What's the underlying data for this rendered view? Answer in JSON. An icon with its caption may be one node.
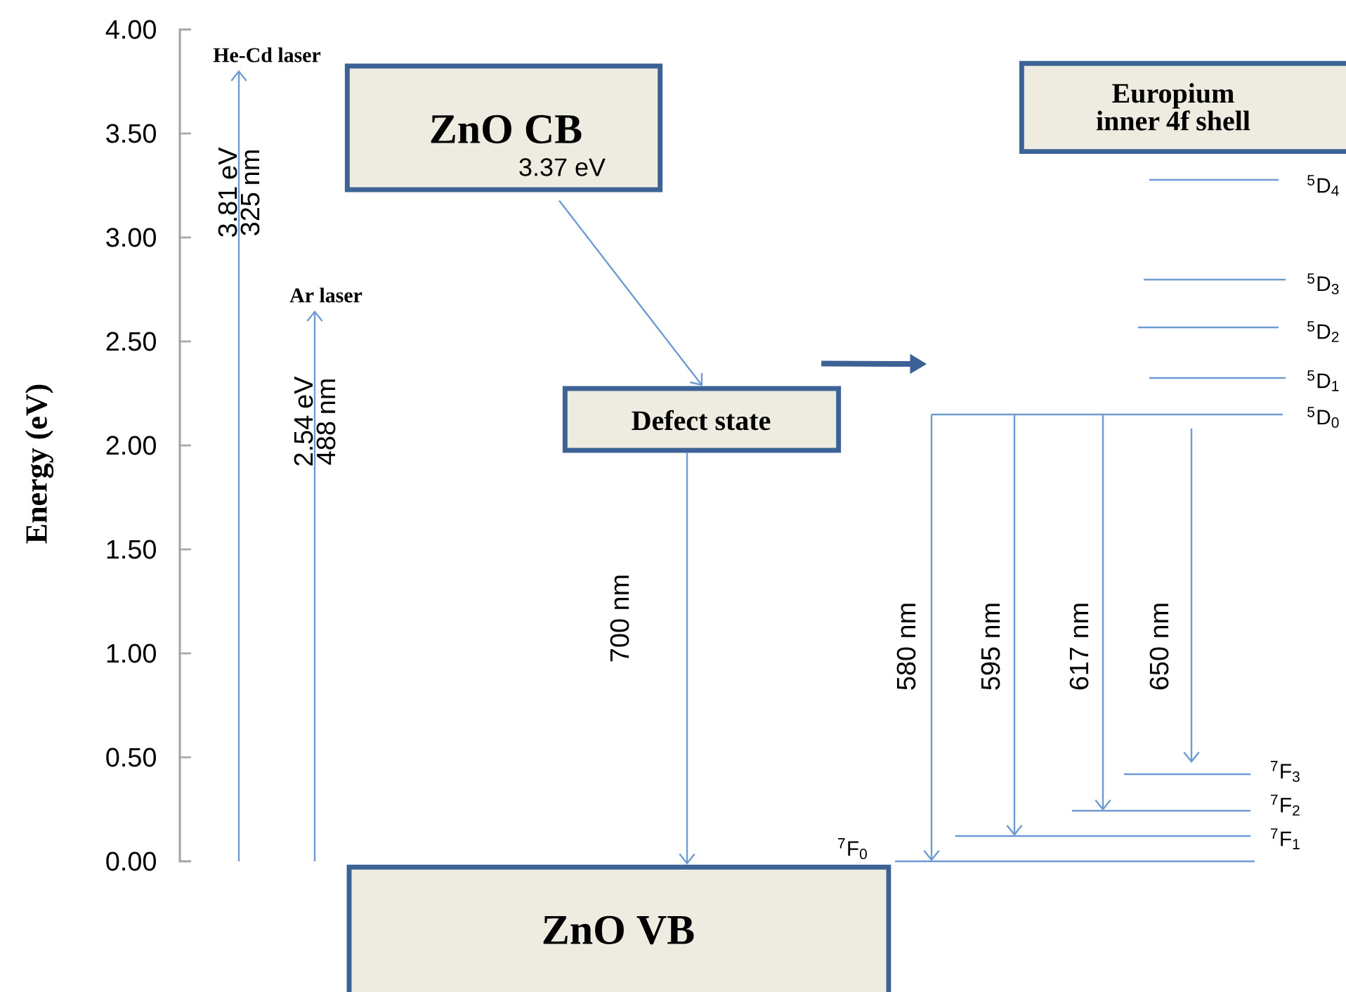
{
  "diagram": {
    "nodes": [
      {
        "text": [
          "He-Cd laser"
        ]
      },
      {
        "text": [
          "Ar laser"
        ]
      },
      {
        "text": [
          "ZnO CB",
          "3.37 eV"
        ]
      },
      {
        "text": [
          "Defect state"
        ]
      },
      {
        "text": [
          "ZnO VB"
        ]
      },
      {
        "text": [
          "Europium inner 4f shell"
        ]
      },
      {
        "text": [
          "$^{5}$D$_{4}$"
        ]
      },
      {
        "text": [
          "$^{5}$D$_{3}$"
        ]
      },
      {
        "text": [
          "$^{5}$D$_{2}$"
        ]
      },
      {
        "text": [
          "$^{5}$D$_{1}$"
        ]
      },
      {
        "text": [
          "$^{5}$D$_{0}$"
        ]
      },
      {
        "text": [
          "$^{7}$F$_{3}$"
        ]
      },
      {
        "text": [
          "$^{7}$F$_{2}$"
        ]
      },
      {
        "text": [
          "$^{7}$F$_{1}$"
        ]
      },
      {
        "text": [
          "$^{7}$F$_{0}$"
        ]
      }
    ],
    "edges": [
      {
        "from": null,
        "to": 0,
        "arrow": "to",
        "label": "3.81 eV 325 nm"
      },
      {
        "from": null,
        "to": 1,
        "arrow": "to",
        "label": "2.54 eV 488 nm"
      },
      {
        "from": 2,
        "to": 3,
        "arrow": "to"
      },
      {
        "from": 3,
        "to": 4,
        "arrow": "to",
        "label": "700 nm"
      },
      {
        "from": 3,
        "to": 10,
        "arrow": "to",
        "style": "thick",
        "color": "#3d6296"
      },
      {
        "from": 10,
        "to": 14,
        "arrow": "to",
        "label": "580 nm"
      },
      {
        "from": 10,
        "to": 13,
        "arrow": "to",
        "label": "595 nm"
      },
      {
        "from": 10,
        "to": 12,
        "arrow": "to",
        "label": "617 nm"
      },
      {
        "from": 10,
        "to": 11,
        "arrow": "to",
        "label": "650 nm"
      }
    ],
    "labels": [
      "4.00",
      "3.50",
      "3.00",
      "2.50",
      "2.00",
      "1.50",
      "1.00",
      "0.50",
      "0.00",
      "Energy (eV)"
    ]
  }
}
